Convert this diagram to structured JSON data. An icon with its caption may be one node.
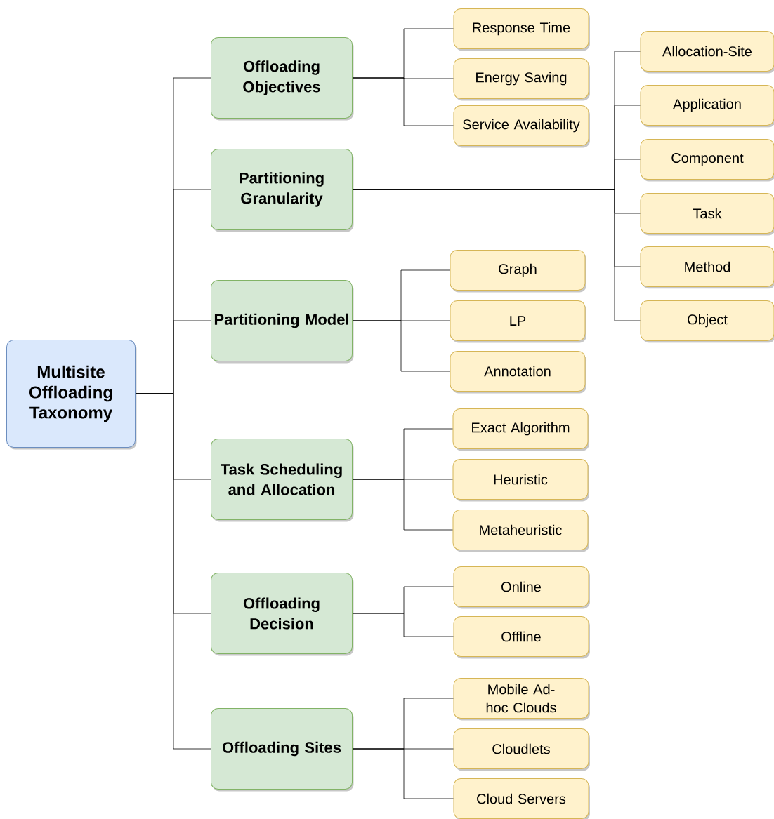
{
  "diagram": {
    "nodes": [
      {
        "text": [
          "Multisite Offloading Taxonomy"
        ]
      },
      {
        "text": [
          "Offloading Objectives"
        ]
      },
      {
        "text": [
          "Response Time"
        ]
      },
      {
        "text": [
          "Energy Saving"
        ]
      },
      {
        "text": [
          "Service Availability"
        ]
      },
      {
        "text": [
          "Partitioning Granularity"
        ]
      },
      {
        "text": [
          "Allocation-Site"
        ]
      },
      {
        "text": [
          "Application"
        ]
      },
      {
        "text": [
          "Component"
        ]
      },
      {
        "text": [
          "Task"
        ]
      },
      {
        "text": [
          "Method"
        ]
      },
      {
        "text": [
          "Object"
        ]
      },
      {
        "text": [
          "Partitioning Model"
        ]
      },
      {
        "text": [
          "Graph"
        ]
      },
      {
        "text": [
          "LP"
        ]
      },
      {
        "text": [
          "Annotation"
        ]
      },
      {
        "text": [
          "Task Scheduling and Allocation"
        ]
      },
      {
        "text": [
          "Exact Algorithm"
        ]
      },
      {
        "text": [
          "Heuristic"
        ]
      },
      {
        "text": [
          "Metaheuristic"
        ]
      },
      {
        "text": [
          "Offloading Decision"
        ]
      },
      {
        "text": [
          "Online"
        ]
      },
      {
        "text": [
          "Offline"
        ]
      },
      {
        "text": [
          "Offloading Sites"
        ]
      },
      {
        "text": [
          "Mobile Ad-hoc Clouds"
        ]
      },
      {
        "text": [
          "Cloudlets"
        ]
      },
      {
        "text": [
          "Cloud Servers"
        ]
      }
    ],
    "edges": [
      {
        "from": 0,
        "to": 1,
        "arrow": "none"
      },
      {
        "from": 0,
        "to": 5,
        "arrow": "none"
      },
      {
        "from": 0,
        "to": 12,
        "arrow": "none"
      },
      {
        "from": 0,
        "to": 16,
        "arrow": "none"
      },
      {
        "from": 0,
        "to": 20,
        "arrow": "none"
      },
      {
        "from": 0,
        "to": 23,
        "arrow": "none"
      },
      {
        "from": 1,
        "to": 2,
        "arrow": "none"
      },
      {
        "from": 1,
        "to": 3,
        "arrow": "none"
      },
      {
        "from": 1,
        "to": 4,
        "arrow": "none"
      },
      {
        "from": 5,
        "to": 6,
        "arrow": "none"
      },
      {
        "from": 5,
        "to": 7,
        "arrow": "none"
      },
      {
        "from": 5,
        "to": 8,
        "arrow": "none"
      },
      {
        "from": 5,
        "to": 9,
        "arrow": "none"
      },
      {
        "from": 5,
        "to": 10,
        "arrow": "none"
      },
      {
        "from": 5,
        "to": 11,
        "arrow": "none"
      },
      {
        "from": 12,
        "to": 13,
        "arrow": "none"
      },
      {
        "from": 12,
        "to": 14,
        "arrow": "none"
      },
      {
        "from": 12,
        "to": 15,
        "arrow": "none"
      },
      {
        "from": 16,
        "to": 17,
        "arrow": "none"
      },
      {
        "from": 16,
        "to": 18,
        "arrow": "none"
      },
      {
        "from": 16,
        "to": 19,
        "arrow": "none"
      },
      {
        "from": 20,
        "to": 21,
        "arrow": "none"
      },
      {
        "from": 20,
        "to": 22,
        "arrow": "none"
      },
      {
        "from": 23,
        "to": 24,
        "arrow": "none"
      },
      {
        "from": 23,
        "to": 25,
        "arrow": "none"
      },
      {
        "from": 23,
        "to": 26,
        "arrow": "none"
      }
    ]
  }
}
